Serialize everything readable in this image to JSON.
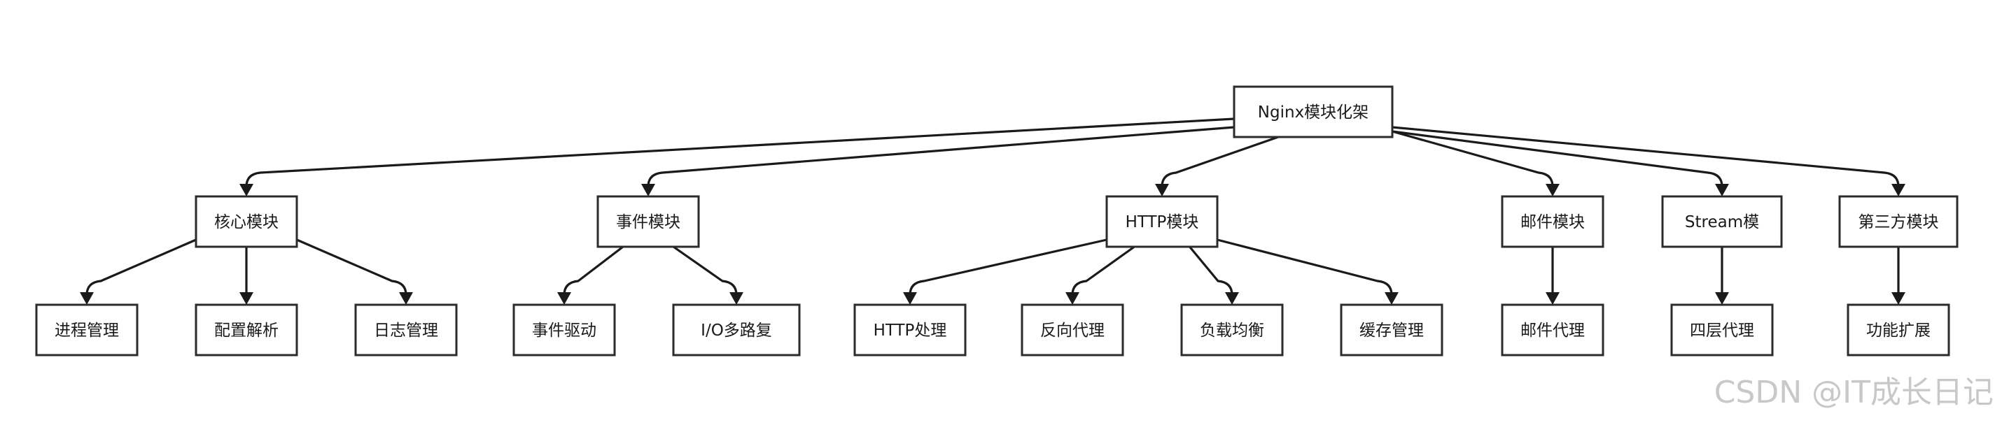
{
  "diagram": {
    "root": {
      "id": "root",
      "label": "Nginx模块化架"
    },
    "groups": [
      {
        "id": "core",
        "label": "核心模块",
        "children": [
          {
            "id": "core-process",
            "label": "进程管理"
          },
          {
            "id": "core-config",
            "label": "配置解析"
          },
          {
            "id": "core-log",
            "label": "日志管理"
          }
        ]
      },
      {
        "id": "event",
        "label": "事件模块",
        "children": [
          {
            "id": "event-driven",
            "label": "事件驱动"
          },
          {
            "id": "event-io",
            "label": "I/O多路复"
          }
        ]
      },
      {
        "id": "http",
        "label": "HTTP模块",
        "children": [
          {
            "id": "http-handle",
            "label": "HTTP处理"
          },
          {
            "id": "http-proxy",
            "label": "反向代理"
          },
          {
            "id": "http-lb",
            "label": "负载均衡"
          },
          {
            "id": "http-cache",
            "label": "缓存管理"
          }
        ]
      },
      {
        "id": "mail",
        "label": "邮件模块",
        "children": [
          {
            "id": "mail-proxy",
            "label": "邮件代理"
          }
        ]
      },
      {
        "id": "stream",
        "label": "Stream模",
        "children": [
          {
            "id": "stream-l4",
            "label": "四层代理"
          }
        ]
      },
      {
        "id": "thirdparty",
        "label": "第三方模块",
        "children": [
          {
            "id": "thirdparty-ext",
            "label": "功能扩展"
          }
        ]
      }
    ]
  },
  "watermark": "CSDN @IT成长日记"
}
